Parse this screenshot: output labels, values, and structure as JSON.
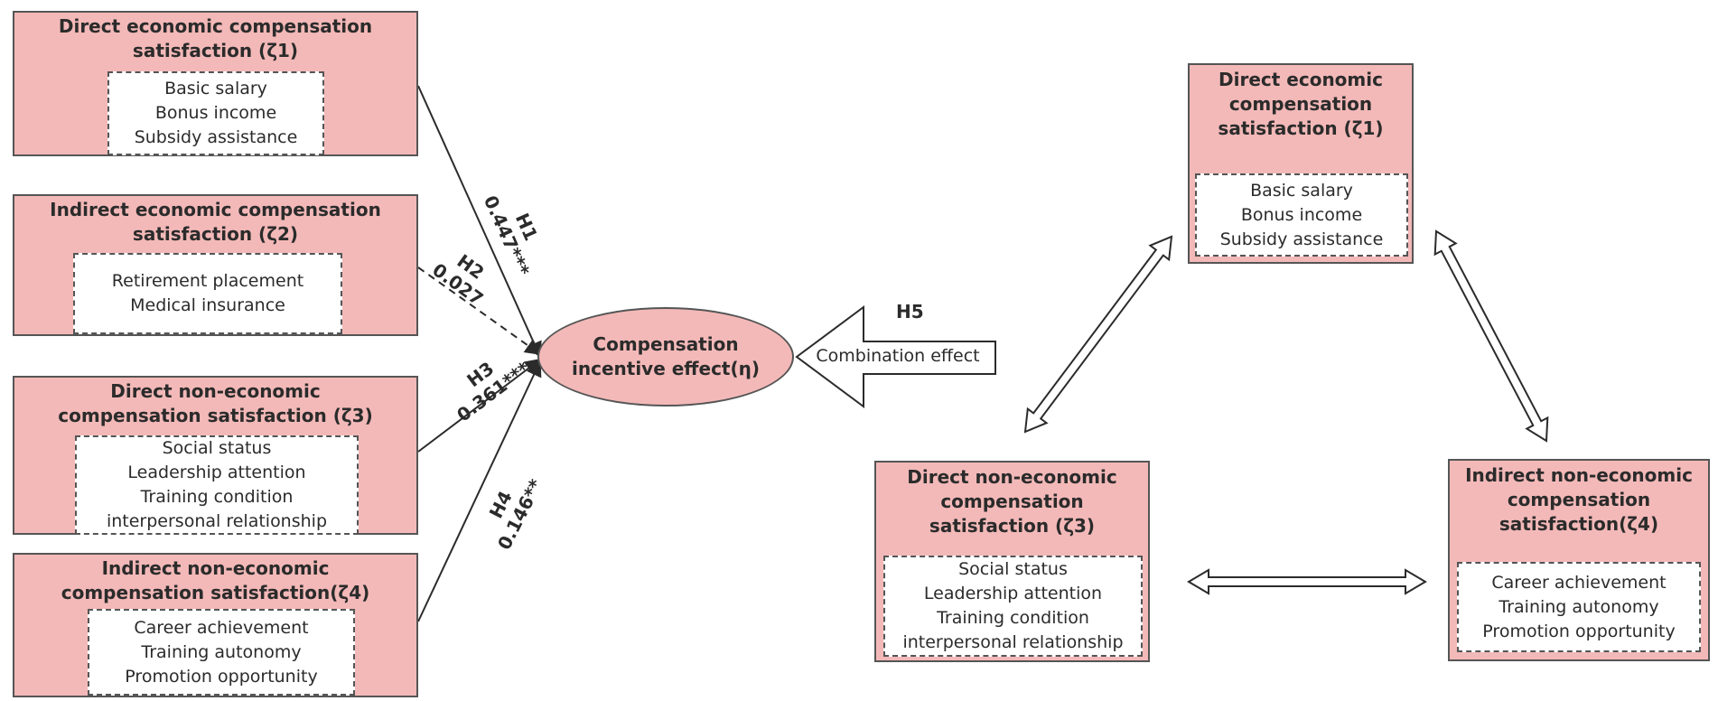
{
  "left": {
    "z1": {
      "title": [
        "Direct economic compensation",
        "satisfaction (ζ1)"
      ],
      "items": [
        "Basic salary",
        "Bonus income",
        "Subsidy assistance"
      ]
    },
    "z2": {
      "title": [
        "Indirect economic compensation",
        "satisfaction (ζ2)"
      ],
      "items": [
        "Retirement placement",
        "Medical insurance"
      ]
    },
    "z3": {
      "title": [
        "Direct non-economic",
        "compensation satisfaction (ζ3)"
      ],
      "items": [
        "Social status",
        "Leadership attention",
        "Training condition",
        "interpersonal relationship"
      ]
    },
    "z4": {
      "title": [
        "Indirect non-economic",
        "compensation satisfaction(ζ4)"
      ],
      "items": [
        "Career achievement",
        "Training autonomy",
        "Promotion opportunity"
      ]
    }
  },
  "outcome": [
    "Compensation",
    "incentive effect(η)"
  ],
  "paths": {
    "h1": {
      "label": "H1",
      "coef": "0.447***"
    },
    "h2": {
      "label": "H2",
      "coef": "0.027"
    },
    "h3": {
      "label": "H3",
      "coef": "0.361***"
    },
    "h4": {
      "label": "H4",
      "coef": "0.146**"
    }
  },
  "h5": {
    "label": "H5",
    "text": "Combination effect"
  },
  "right": {
    "z1": {
      "title": [
        "Direct economic",
        "compensation",
        "satisfaction (ζ1)"
      ],
      "items": [
        "Basic salary",
        "Bonus income",
        "Subsidy assistance"
      ]
    },
    "z3": {
      "title": [
        "Direct non-economic",
        "compensation",
        "satisfaction (ζ3)"
      ],
      "items": [
        "Social status",
        "Leadership attention",
        "Training condition",
        "interpersonal relationship"
      ]
    },
    "z4": {
      "title": [
        "Indirect non-economic",
        "compensation",
        "satisfaction(ζ4)"
      ],
      "items": [
        "Career achievement",
        "Training autonomy",
        "Promotion opportunity"
      ]
    }
  },
  "colors": {
    "box_fill": "#f3b9b8",
    "border": "#555555",
    "text": "#2b2b2b"
  }
}
